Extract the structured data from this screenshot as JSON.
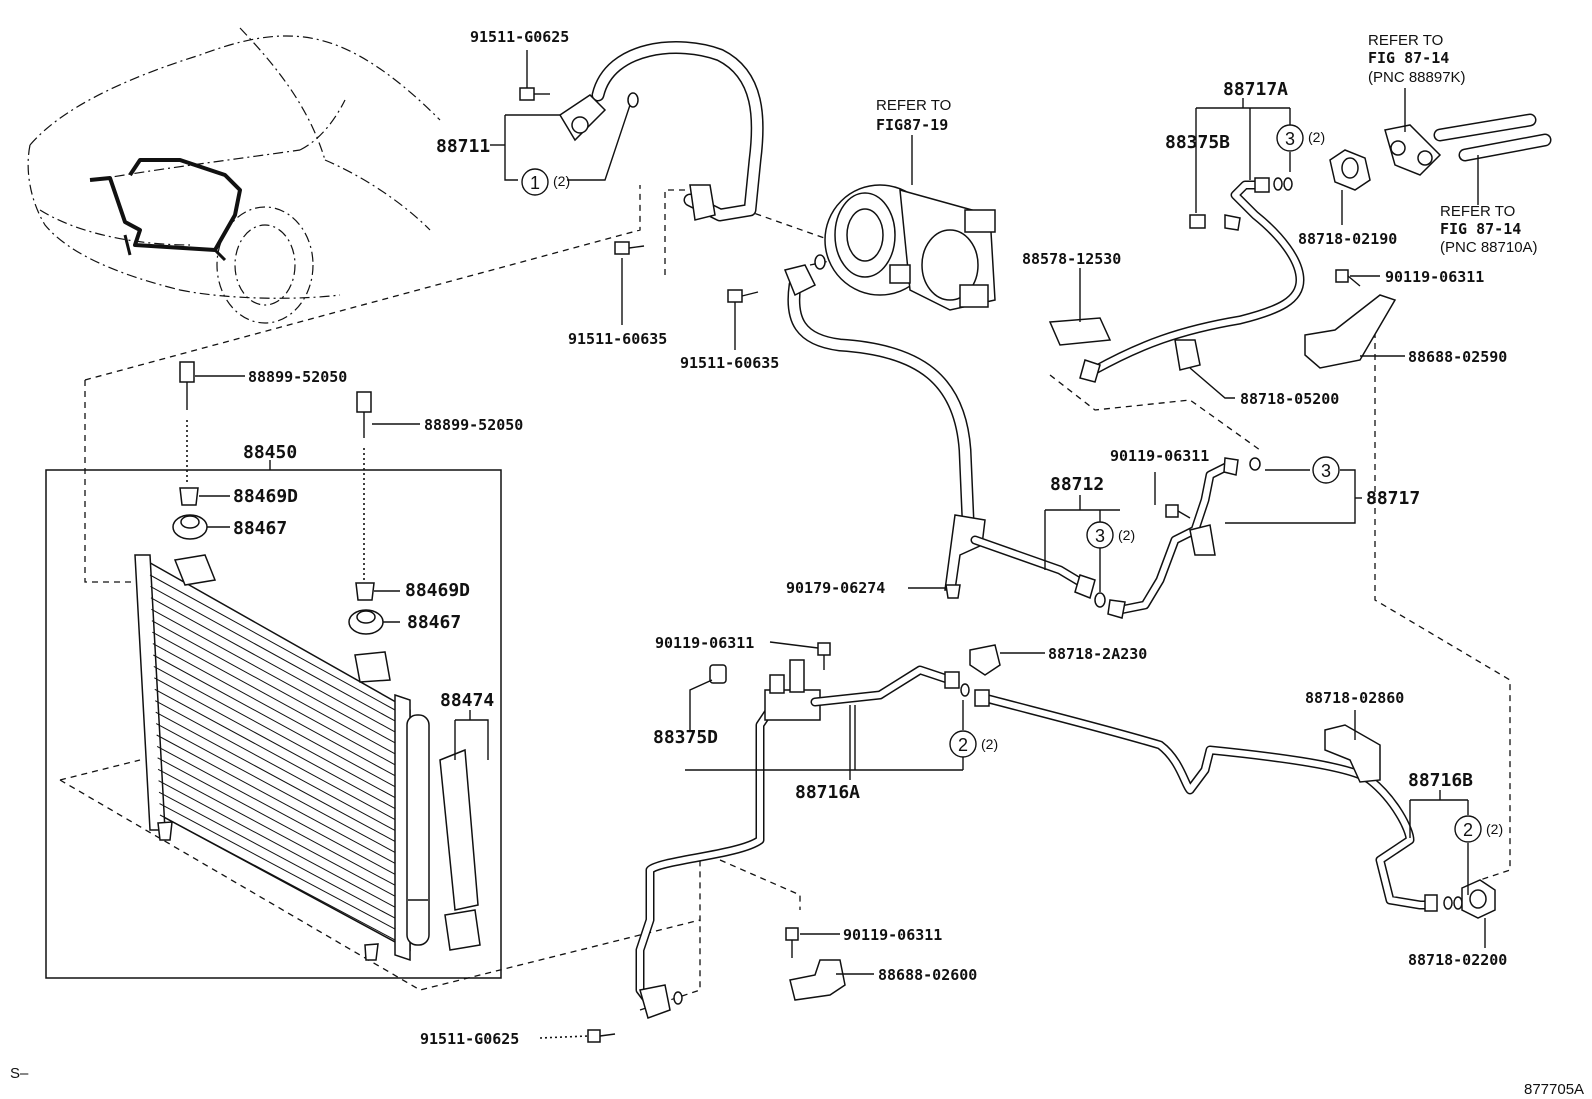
{
  "labels": {
    "p91511_g0625_top": "91511-G0625",
    "p88711": "88711",
    "c1_qty": "(2)",
    "p91511_60635_a": "91511-60635",
    "p91511_60635_b": "91511-60635",
    "refer_87_19_l1": "REFER TO",
    "refer_87_19_l2": "FIG87-19",
    "p88717a": "88717A",
    "p88375b": "88375B",
    "c3_top_qty": "(2)",
    "p88718_02190": "88718-02190",
    "refer_87_14a_l1": "REFER TO",
    "refer_87_14a_l2": "FIG 87-14",
    "refer_87_14a_l3": "(PNC 88897K)",
    "refer_87_14b_l1": "REFER TO",
    "refer_87_14b_l2": "FIG 87-14",
    "refer_87_14b_l3": "(PNC 88710A)",
    "p88578_12530": "88578-12530",
    "p90119_06311_r": "90119-06311",
    "p88688_02590": "88688-02590",
    "p88718_05200": "88718-05200",
    "p88899_52050_a": "88899-52050",
    "p88899_52050_b": "88899-52050",
    "p88450": "88450",
    "p88469d_a": "88469D",
    "p88467_a": "88467",
    "p88469d_b": "88469D",
    "p88467_b": "88467",
    "p88474": "88474",
    "p90119_06311_m": "90119-06311",
    "p88712": "88712",
    "c3_mid_qty": "(2)",
    "p88717": "88717",
    "p90179_06274": "90179-06274",
    "p90119_06311_c": "90119-06311",
    "p88718_2a230": "88718-2A230",
    "p88375d": "88375D",
    "c2_mid_qty": "(2)",
    "p88716a": "88716A",
    "p88718_02860": "88718-02860",
    "p88716b": "88716B",
    "c2_right_qty": "(2)",
    "p88718_02200": "88718-02200",
    "p90119_06311_b": "90119-06311",
    "p88688_02600": "88688-02600",
    "p91511_g0625_bottom": "91511-G0625",
    "corner_left": "S–",
    "figure_code": "877705A"
  },
  "circled_numbers": {
    "c1": "1",
    "c2": "2",
    "c3": "3"
  }
}
